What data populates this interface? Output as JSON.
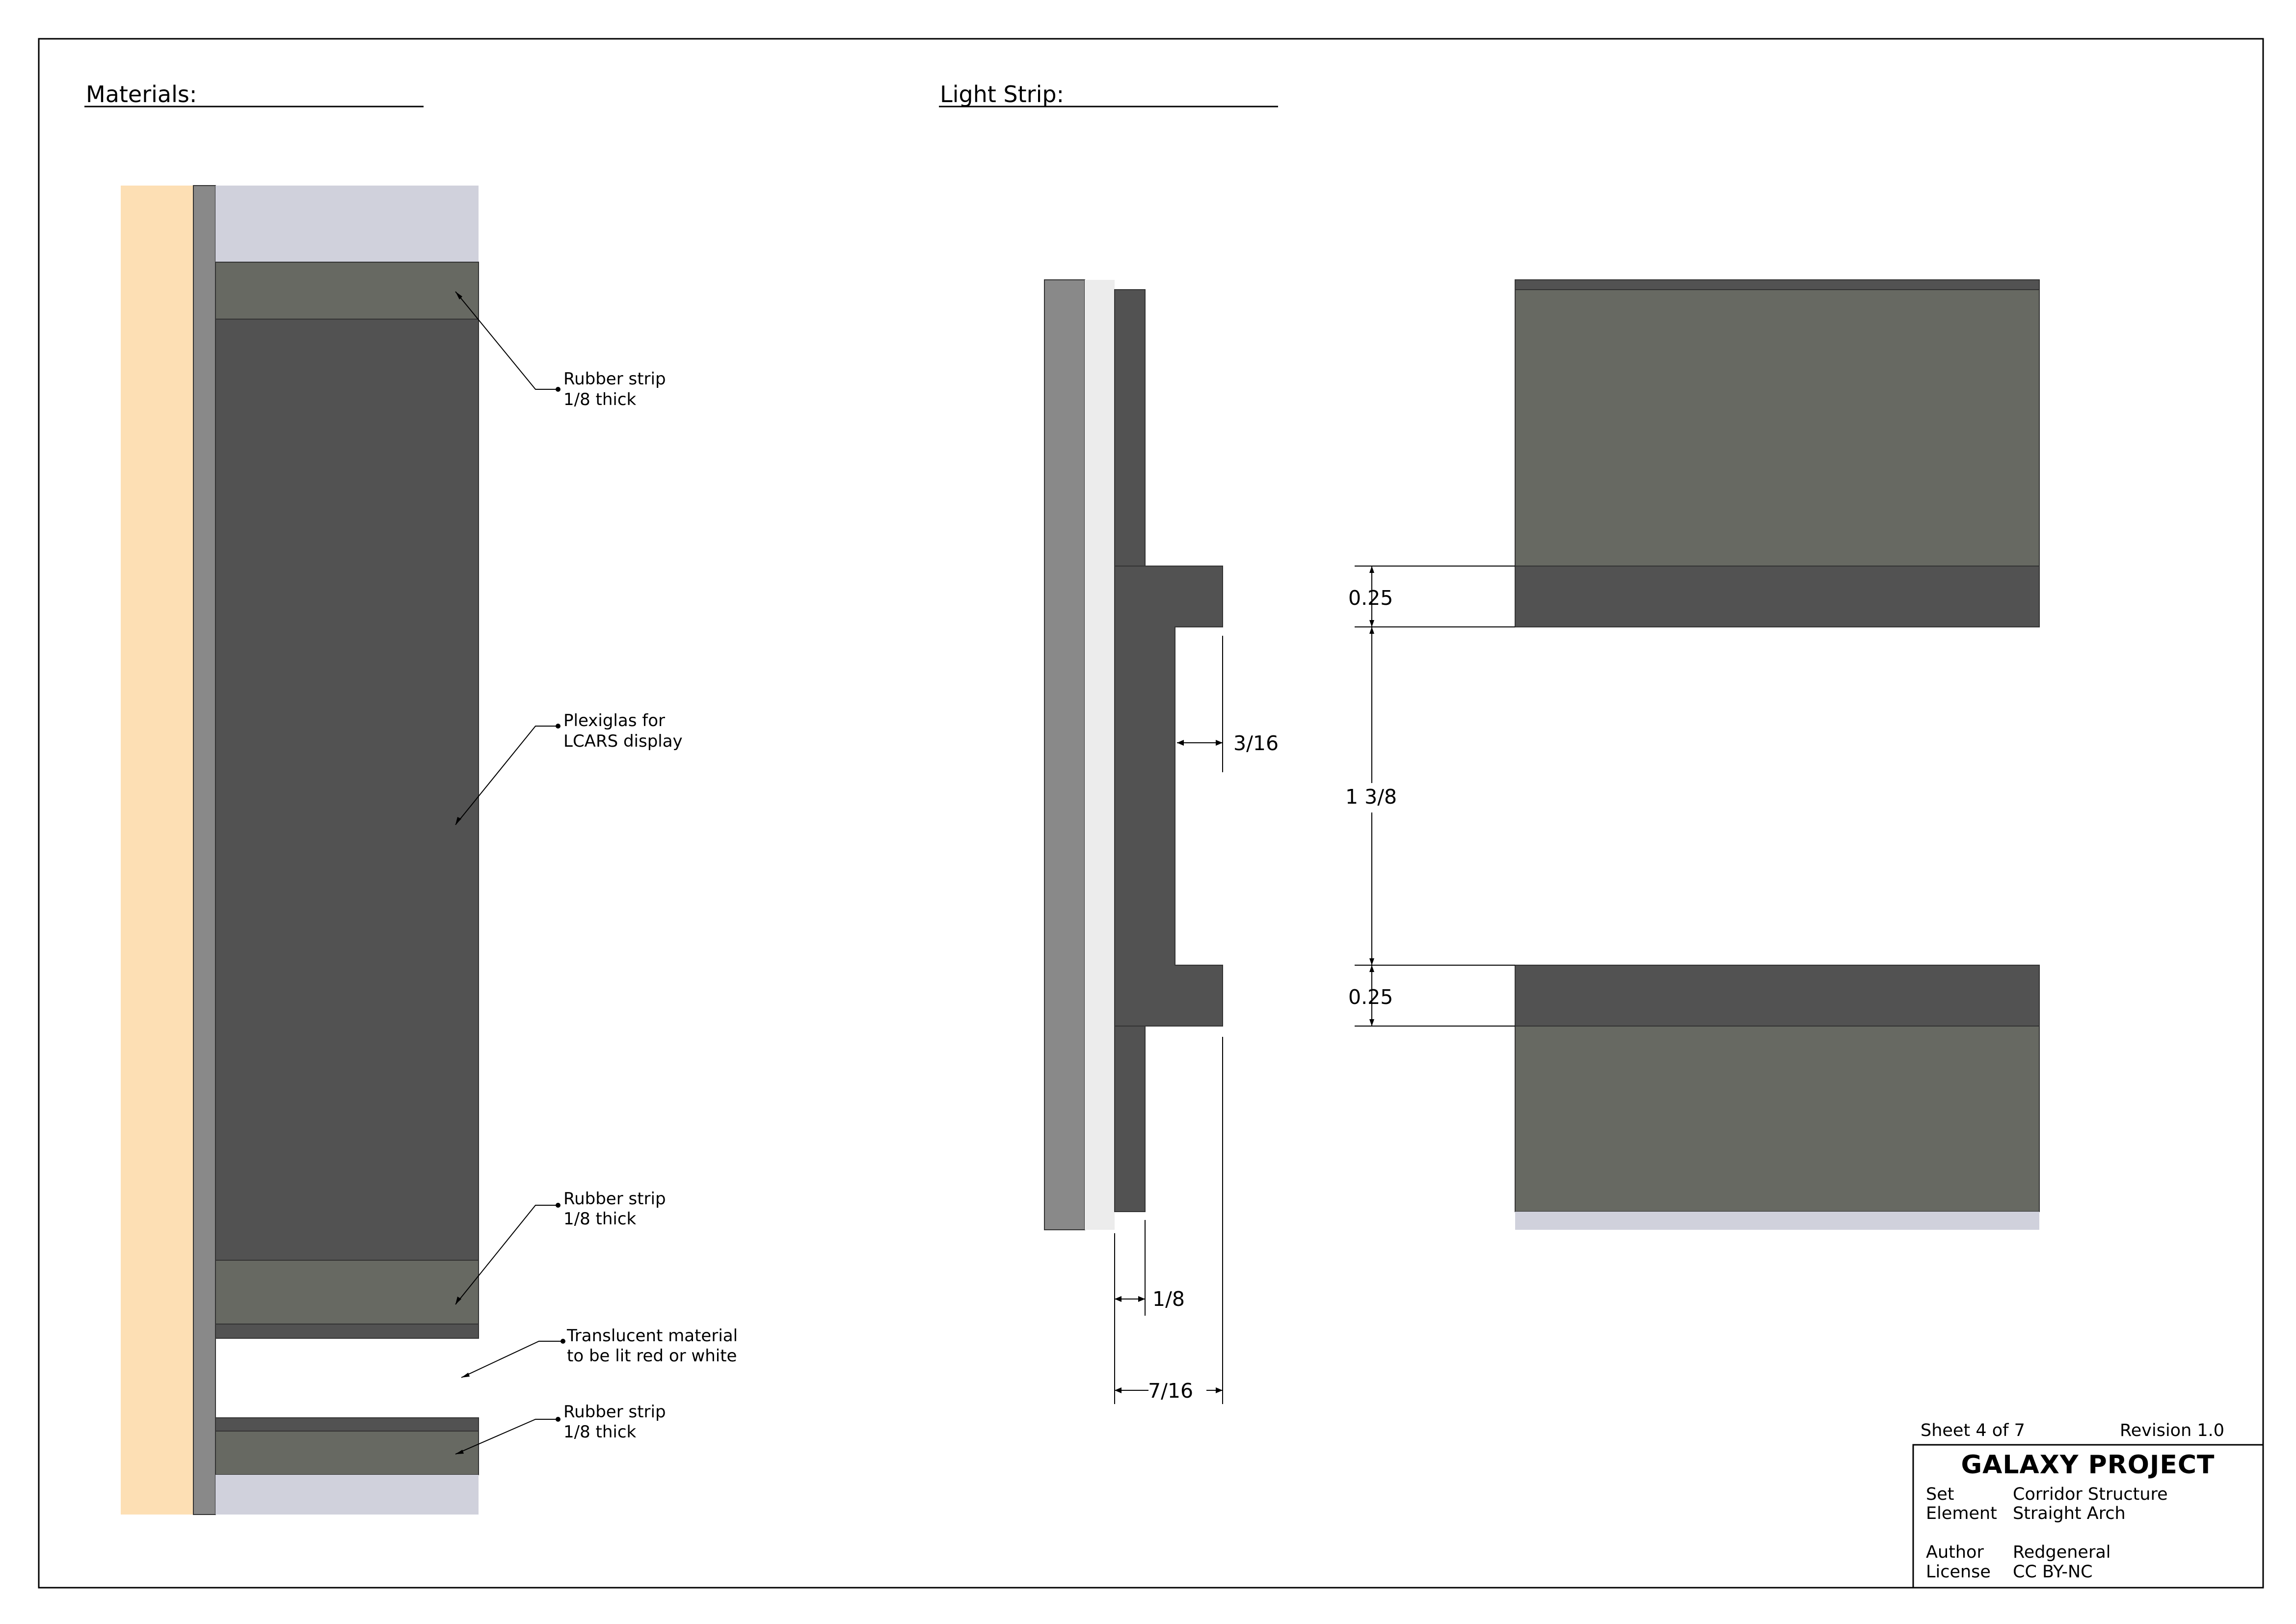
{
  "headings": {
    "materials": "Materials:",
    "light_strip": "Light Strip:"
  },
  "callouts": [
    {
      "id": "rubber-top",
      "line1": "Rubber strip",
      "line2": "1/8 thick"
    },
    {
      "id": "plexiglas",
      "line1": "Plexiglas for",
      "line2": "LCARS display"
    },
    {
      "id": "rubber-mid",
      "line1": "Rubber strip",
      "line2": "1/8 thick"
    },
    {
      "id": "translucent",
      "line1": "Translucent material",
      "line2": "to be lit red or white"
    },
    {
      "id": "rubber-bottom",
      "line1": "Rubber strip",
      "line2": "1/8 thick"
    }
  ],
  "dimensions": {
    "slot_depth": "3/16",
    "plate_thickness": "1/8",
    "total_depth": "7/16",
    "top_flange": "0.25",
    "gap": "1 3/8",
    "bottom_flange": "0.25"
  },
  "title_block": {
    "sheet": "Sheet 4 of 7",
    "revision": "Revision 1.0",
    "project": "GALAXY PROJECT",
    "rows": [
      {
        "key": "Set",
        "value": "Corridor Structure"
      },
      {
        "key": "Element",
        "value": "Straight Arch"
      },
      {
        "key": "Author",
        "value": "Redgeneral"
      },
      {
        "key": "License",
        "value": "CC BY-NC"
      }
    ]
  },
  "colors": {
    "wood": "#fddfb4",
    "frame_grey": "#898989",
    "rubber": "#676962",
    "plexi": "#525252",
    "translucent": "#d0d1dc",
    "white_strip": "#ececec"
  }
}
